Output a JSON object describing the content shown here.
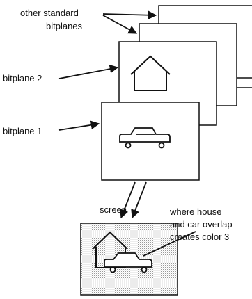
{
  "labels": {
    "other_bitplanes_line1": "other standard",
    "other_bitplanes_line2": "bitplanes",
    "bitplane_2": "bitplane 2",
    "bitplane_1": "bitplane 1",
    "screen": "screen",
    "overlap_line1": "where house",
    "overlap_line2": "and car overlap",
    "overlap_line3": "creates color 3"
  },
  "colors": {
    "stroke": "#111111",
    "screen_fill": "#e4e4e4"
  },
  "icons": [
    "house-icon",
    "car-icon",
    "arrow-icon"
  ]
}
